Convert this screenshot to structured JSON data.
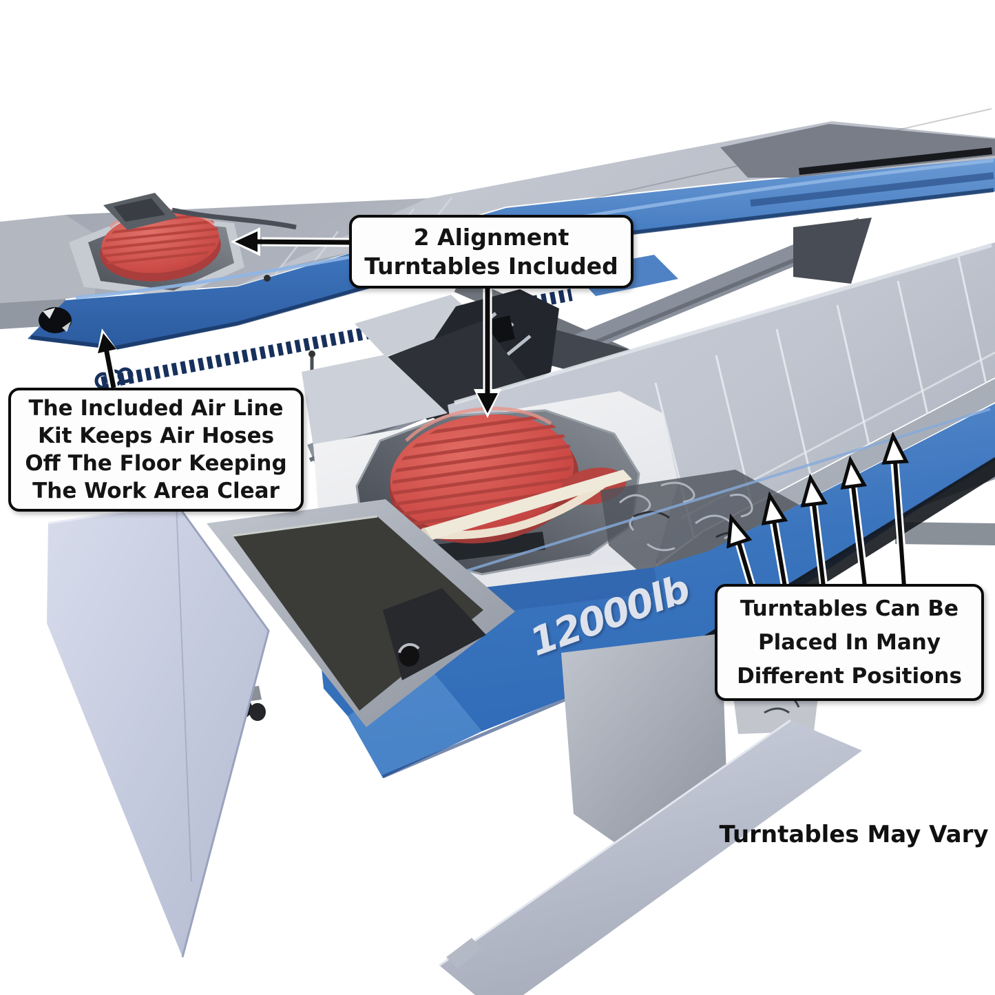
{
  "callouts": {
    "turntables_included": {
      "line1": "2 Alignment",
      "line2": "Turntables Included"
    },
    "air_line_kit": {
      "line1": "The Included Air Line",
      "line2": "Kit Keeps Air Hoses",
      "line3": "Off The Floor Keeping",
      "line4": "The Work Area Clear"
    },
    "turntable_positions": {
      "line1": "Turntables Can Be",
      "line2": "Placed In Many",
      "line3": "Different Positions"
    }
  },
  "footnote": "Turntables May Vary",
  "product_photo": {
    "capacity_label": "12000lb",
    "colors": {
      "background": "#ffffff",
      "runway_blue": "#3f77bf",
      "bright_blue_face": "#3a85d0",
      "turntable_red": "#ce4f4b",
      "deck_gray": "#c3c8d2",
      "ramp_gray": "#ccd2e3",
      "callout_border": "#0b0b0b",
      "callout_background": "#fdfdfd",
      "callout_text": "#141414",
      "capacity_text": "#dde2ec"
    }
  }
}
